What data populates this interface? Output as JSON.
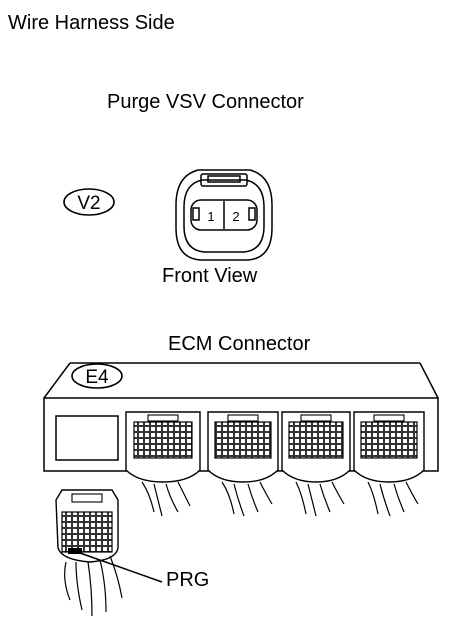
{
  "title": "Wire Harness Side",
  "vsv_connector": {
    "title": "Purge VSV Connector",
    "code": "V2",
    "pins": [
      "1",
      "2"
    ],
    "view_label": "Front View"
  },
  "ecm_connector": {
    "title": "ECM Connector",
    "code": "E4",
    "terminal_label": "PRG"
  }
}
